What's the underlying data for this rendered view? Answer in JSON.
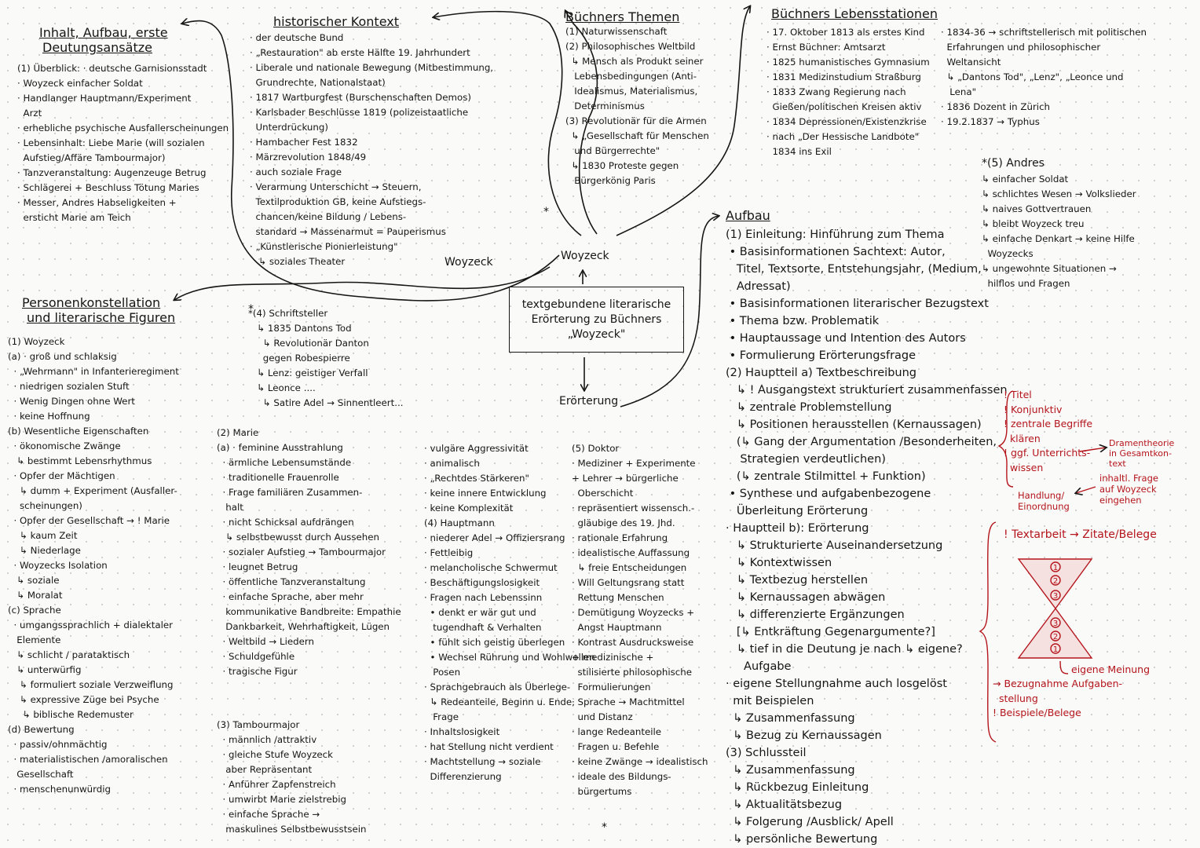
{
  "inhalt": {
    "heading": [
      "Inhalt, Aufbau, erste",
      "Deutungsansätze"
    ],
    "lines": [
      "(1) Überblick: · deutsche Garnisionsstadt",
      "· Woyzeck einfacher Soldat",
      "· Handlanger Hauptmann/Experiment",
      "  Arzt",
      "· erhebliche psychische Ausfallerscheinungen",
      "· Lebensinhalt: Liebe Marie (will sozialen",
      "  Aufstieg/Affäre Tambourmajor)",
      "· Tanzveranstaltung: Augenzeuge Betrug",
      "· Schlägerei + Beschluss Tötung Maries",
      "· Messer, Andres Habseligkeiten +",
      "  ersticht Marie am Teich"
    ]
  },
  "kontext": {
    "heading": "historischer Kontext",
    "lines": [
      "· der deutsche Bund",
      "· „Restauration\" ab erste Hälfte 19. Jahrhundert",
      "· Liberale und nationale Bewegung (Mitbestimmung,",
      "  Grundrechte, Nationalstaat)",
      "· 1817 Wartburgfest (Burschenschaften Demos)",
      "· Karlsbader Beschlüsse 1819 (polizeistaatliche",
      "  Unterdrückung)",
      "· Hambacher Fest 1832",
      "· Märzrevolution 1848/49",
      "· auch soziale Frage",
      "· Verarmung Unterschicht → Steuern,",
      "  Textilproduktion GB, keine Aufstiegs-",
      "  chancen/keine Bildung / Lebens-",
      "  standard → Massenarmut = Pauperismus",
      "· „Künstlerische Pionierleistung\"",
      "   ↳ soziales Theater"
    ]
  },
  "themen": {
    "heading": "Büchners Themen",
    "lines": [
      "(1) Naturwissenschaft",
      "(2) Philosophisches Weltbild",
      "  ↳ Mensch als Produkt seiner",
      "   Lebensbedingungen (Anti-",
      "   Idealismus, Materialismus,",
      "   Determinismus",
      "(3) Revolutionär für die Armen",
      "  ↳ „Gesellschaft für Menschen",
      "   und Bürgerrechte\"",
      "  ↳ 1830 Proteste gegen",
      "   Bürgerkönig Paris"
    ]
  },
  "lebensstationen": {
    "heading": "Büchners Lebensstationen",
    "col1": [
      "· 17. Oktober 1813 als erstes Kind",
      "· Ernst Büchner: Amtsarzt",
      "· 1825 humanistisches Gymnasium",
      "· 1831 Medizinstudium Straßburg",
      "· 1833 Zwang Regierung nach",
      "  Gießen/politischen Kreisen aktiv",
      "· 1834 Depressionen/Existenzkrise",
      "· nach „Der Hessische Landbote\"",
      "  1834 ins Exil"
    ],
    "col2": [
      "· 1834-36 → schriftstellerisch mit politischen",
      "  Erfahrungen und philosophischer",
      "  Weltansicht",
      "  ↳ „Dantons Tod\", „Lenz\", „Leonce und",
      "   Lena\"",
      "· 1836 Dozent in Zürich",
      "· 19.2.1837 → Typhus"
    ]
  },
  "andres": {
    "heading": "*(5) Andres",
    "lines": [
      "↳ einfacher Soldat",
      "↳ schlichtes Wesen → Volkslieder",
      "↳ naives Gottvertrauen",
      "↳ bleibt Woyzeck treu",
      "↳ einfache Denkart → keine Hilfe",
      "  Woyzecks",
      "↳ ungewohnte Situationen →",
      "  hilflos und Fragen"
    ]
  },
  "schriftsteller": {
    "lines": [
      "*(4) Schriftsteller",
      "   ↳ 1835 Dantons Tod",
      "     ↳ Revolutionär Danton",
      "     gegen Robespierre",
      "   ↳ Lenz: geistiger Verfall",
      "   ↳ Leonce ....",
      "     ↳ Satire Adel → Sinnentleert..."
    ]
  },
  "center": {
    "box_lines": [
      "textgebundene literarische",
      "Erörterung zu Büchners",
      "„Woyzeck\""
    ],
    "woyzeck_top": "Woyzeck",
    "woyzeck_left": "Woyzeck",
    "eroerterung": "Erörterung"
  },
  "aufbau": {
    "heading": "Aufbau",
    "lines": [
      "(1) Einleitung: Hinführung zum Thema",
      " • Basisinformationen Sachtext: Autor,",
      "   Titel, Textsorte, Entstehungsjahr, (Medium,",
      "   Adressat)",
      " • Basisinformationen literarischer Bezugstext",
      " • Thema bzw. Problematik",
      " • Hauptaussage und Intention des Autors",
      " • Formulierung Erörterungsfrage",
      "(2) Hauptteil a) Textbeschreibung",
      "   ↳ ! Ausgangstext strukturiert zusammenfassen",
      "   ↳ zentrale Problemstellung",
      "   ↳ Positionen herausstellen (Kernaussagen)",
      "   (↳ Gang der Argumentation /Besonderheiten,",
      "    Strategien verdeutlichen)",
      "   (↳ zentrale Stilmittel + Funktion)",
      " • Synthese und aufgabenbezogene",
      "   Überleitung Erörterung",
      "· Hauptteil b): Erörterung",
      "   ↳ Strukturierte Auseinandersetzung",
      "   ↳ Kontextwissen",
      "   ↳ Textbezug herstellen",
      "   ↳ Kernaussagen abwägen",
      "   ↳ differenzierte Ergänzungen",
      "   [↳ Entkräftung Gegenargumente?]",
      "   ↳ tief in die Deutung je nach ↳ eigene?",
      "     Aufgabe",
      "· eigene Stellungnahme auch losgelöst",
      "  mit Beispielen",
      "  ↳ Zusammenfassung",
      "  ↳ Bezug zu Kernaussagen",
      "(3) Schlussteil",
      "  ↳ Zusammenfassung",
      "  ↳ Rückbezug Einleitung",
      "  ↳ Aktualitätsbezug",
      "  ↳ Folgerung /Ausblick/ Apell",
      "  ↳ persönliche Bewertung"
    ]
  },
  "red_notes": {
    "top": [
      "! Titel",
      "! Konjunktiv",
      "! zentrale Begriffe",
      "  klären",
      "! ggf. Unterrichts-",
      "  wissen"
    ],
    "dramentheorie": [
      "Dramentheorie",
      "in Gesamtkon-",
      "text"
    ],
    "inhaltl": [
      "inhaltl. Frage",
      "auf Woyzeck",
      "eingehen"
    ],
    "handlung": [
      "Handlung/",
      "Einordnung"
    ],
    "textarbeit": "! Textarbeit → Zitate/Belege",
    "eigene_meinung": "eigene Meinung",
    "bottom": [
      "→ Bezugnahme Aufgaben-",
      "  stellung",
      "! Beispiele/Belege"
    ],
    "hourglass_top": [
      "1",
      "2",
      "3"
    ],
    "hourglass_bottom": [
      "3",
      "2",
      "1"
    ]
  },
  "personen": {
    "heading": [
      "Personenkonstellation",
      "und literarische Figuren"
    ],
    "lines": [
      "(1) Woyzeck",
      "(a) · groß und schlaksig",
      "  · „Wehrmann\" in Infanterieregiment",
      "  · niedrigen sozialen Stuft",
      "  · Wenig Dingen ohne Wert",
      "  · keine Hoffnung",
      "(b) Wesentliche Eigenschaften",
      "  · ökonomische Zwänge",
      "   ↳ bestimmt Lebensrhythmus",
      "  · Opfer der Mächtigen",
      "    ↳ dumm + Experiment (Ausfaller-",
      "    scheinungen)",
      "  · Opfer der Gesellschaft → ! Marie",
      "    ↳ kaum Zeit",
      "    ↳ Niederlage",
      "  · Woyzecks Isolation",
      "   ↳ soziale",
      "   ↳ Moralat",
      "(c) Sprache",
      "  · umgangssprachlich + dialektaler",
      "   Elemente",
      "   ↳ schlicht / parataktisch",
      "   ↳ unterwürfig",
      "    ↳ formuliert soziale Verzweiflung",
      "    ↳ expressive Züge bei Psyche",
      "     ↳ biblische Redemuster",
      "(d) Bewertung",
      "  · passiv/ohnmächtig",
      "  · materialistischen /amoralischen",
      "   Gesellschaft",
      "  · menschenunwürdig"
    ]
  },
  "marie": {
    "lines": [
      "(2) Marie",
      "(a) · feminine Ausstrahlung",
      "  · ärmliche Lebensumstände",
      "  · traditionelle Frauenrolle",
      "  · Frage familiären Zusammen-",
      "   halt",
      "  · nicht Schicksal aufdrängen",
      "   ↳ selbstbewusst durch Aussehen",
      "  · sozialer Aufstieg → Tambourmajor",
      "  · leugnet Betrug",
      "  · öffentliche Tanzveranstaltung",
      "  · einfache Sprache, aber mehr",
      "   kommunikative Bandbreite: Empathie",
      "   Dankbarkeit, Wehrhaftigkeit, Lügen",
      "  · Weltbild → Liedern",
      "  · Schuldgefühle",
      "  · tragische Figur"
    ]
  },
  "tambour": {
    "lines": [
      "(3) Tambourmajor",
      "  · männlich /attraktiv",
      "  · gleiche Stufe Woyzeck",
      "   aber Repräsentant",
      "  · Anführer Zapfenstreich",
      "  · umwirbt Marie zielstrebig",
      "  · einfache Sprache →",
      "   maskulines Selbstbewusstsein"
    ]
  },
  "hauptmann": {
    "lines": [
      "· vulgäre Aggressivität",
      "· animalisch",
      "· „Rechtdes Stärkeren\"",
      "· keine innere Entwicklung",
      "· keine Komplexität",
      "(4) Hauptmann",
      "· niederer Adel → Offiziersrang",
      "· Fettleibig",
      "· melancholische Schwermut",
      "· Beschäftigungslosigkeit",
      "· Fragen nach Lebenssinn",
      "  • denkt er wär gut und",
      "   tugendhaft & Verhalten",
      "  • fühlt sich geistig überlegen",
      "  • Wechsel Rührung und Wohlwollen",
      "   Posen",
      "· Sprachgebrauch als Überlege-",
      "  ↳ Redeanteile, Beginn u. Ende,",
      "   Frage",
      "· Inhaltslosigkeit",
      "· hat Stellung nicht verdient",
      "· Machtstellung → soziale",
      "  Differenzierung"
    ]
  },
  "doktor": {
    "lines": [
      "(5) Doktor",
      "· Mediziner + Experimente",
      "+ Lehrer → bürgerliche",
      "  Oberschicht",
      "· repräsentiert wissensch.-",
      "  gläubige des 19. Jhd.",
      "· rationale Erfahrung",
      "· idealistische Auffassung",
      "  ↳ freie Entscheidungen",
      "· Will Geltungsrang statt",
      "  Rettung Menschen",
      "· Demütigung Woyzecks +",
      "  Angst Hauptmann",
      "· Kontrast Ausdrucksweise",
      "+ medizinische +",
      "  stilisierte philosophische",
      "  Formulierungen",
      "· Sprache → Machtmittel",
      "  und Distanz",
      "· lange Redeanteile",
      "  Fragen u. Befehle",
      "· keine Zwänge → idealistisch",
      "· ideale des Bildungs-",
      "  bürgertums"
    ]
  },
  "stars": [
    "*",
    "*",
    "*"
  ]
}
